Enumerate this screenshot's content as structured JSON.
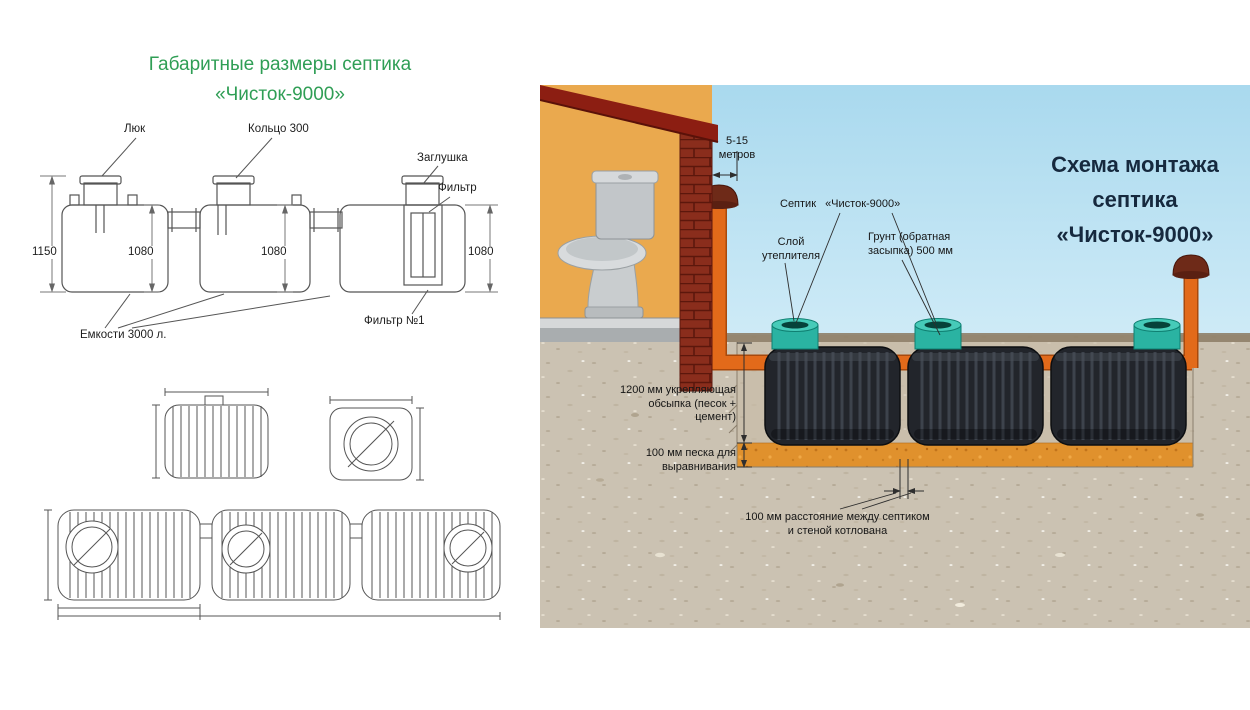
{
  "left_panel": {
    "title_line1": "Габаритные размеры септика",
    "title_line2": "«Чисток-9000»",
    "title_color": "#2f9e55",
    "callouts": {
      "hatch": "Люк",
      "ring": "Кольцо 300",
      "plug": "Заглушка",
      "filter": "Фильтр",
      "tanks_volume": "Емкости 3000 л.",
      "filter_no1": "Фильтр №1"
    },
    "dimensions": {
      "total_height": "1150",
      "tank1_height": "1080",
      "tank2_height": "1080",
      "tank3_height": "1080"
    }
  },
  "right_panel": {
    "title_line1": "Схема монтажа",
    "title_line2": "септика",
    "title_line3": "«Чисток-9000»",
    "title_color": "#16293e",
    "labels": {
      "distance": "5-15 метров",
      "septic_name": "Септик «Чисток-9000»",
      "insulation": "Слой утеплителя",
      "backfill": "Грунт (обратная засыпка) 500 мм",
      "reinforcing_fill": "1200 мм укрепляющая обсыпка (песок + цемент)",
      "sand_leveling": "100 мм песка для выравнивания",
      "gap": "100 мм расстояние между септиком и стеной котлована"
    },
    "colors": {
      "sky": "#b5e0f2",
      "wall": "#eaa94e",
      "roof": "#8c1e12",
      "brick": "#8a2d1c",
      "ground": "#cbc2b2",
      "sand_layer": "#e0912d",
      "tank_body": "#22252b",
      "tank_lid": "#2ab3a2",
      "pipe": "#e26a1a",
      "vent_cap": "#6e2a18"
    }
  }
}
